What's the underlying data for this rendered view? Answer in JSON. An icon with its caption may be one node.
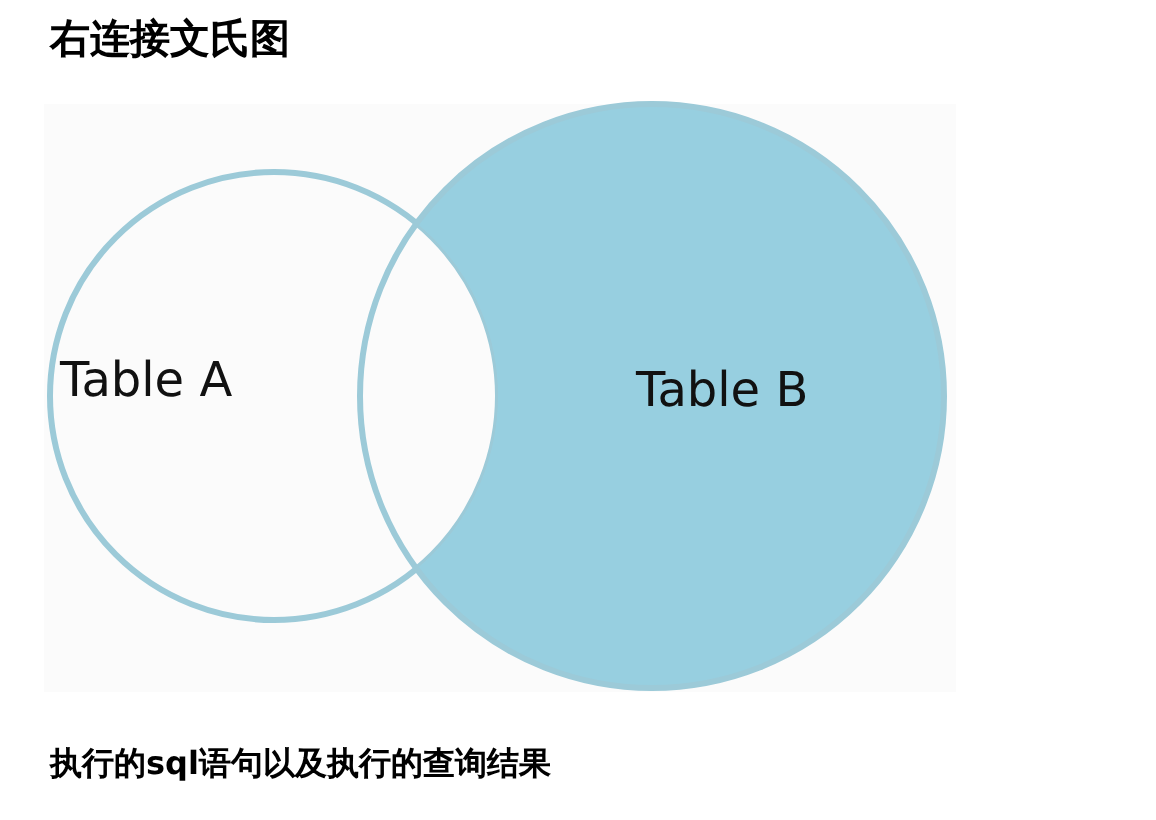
{
  "diagram": {
    "title": "右连接文氏图",
    "caption": "执行的**sql**语句以及执行的查询结果",
    "nodes": [
      {
        "text": [
          "Table A"
        ]
      },
      {
        "text": [
          "Table B"
        ]
      }
    ],
    "edges": []
  }
}
